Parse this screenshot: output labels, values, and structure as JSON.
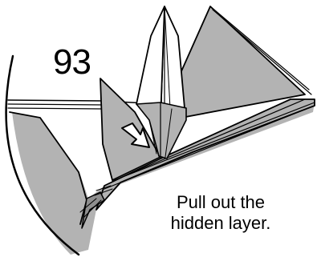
{
  "step": {
    "number": "93"
  },
  "instruction": {
    "line1": "Pull out the",
    "line2": "hidden layer."
  },
  "colors": {
    "paper_gray": "#b3b3b3",
    "paper_dark": "#8f8f8f",
    "paper_white": "#ffffff",
    "outline": "#000000",
    "arrow_fill": "#ffffff"
  },
  "icons": {
    "arrow": "pull-arrow-icon"
  }
}
